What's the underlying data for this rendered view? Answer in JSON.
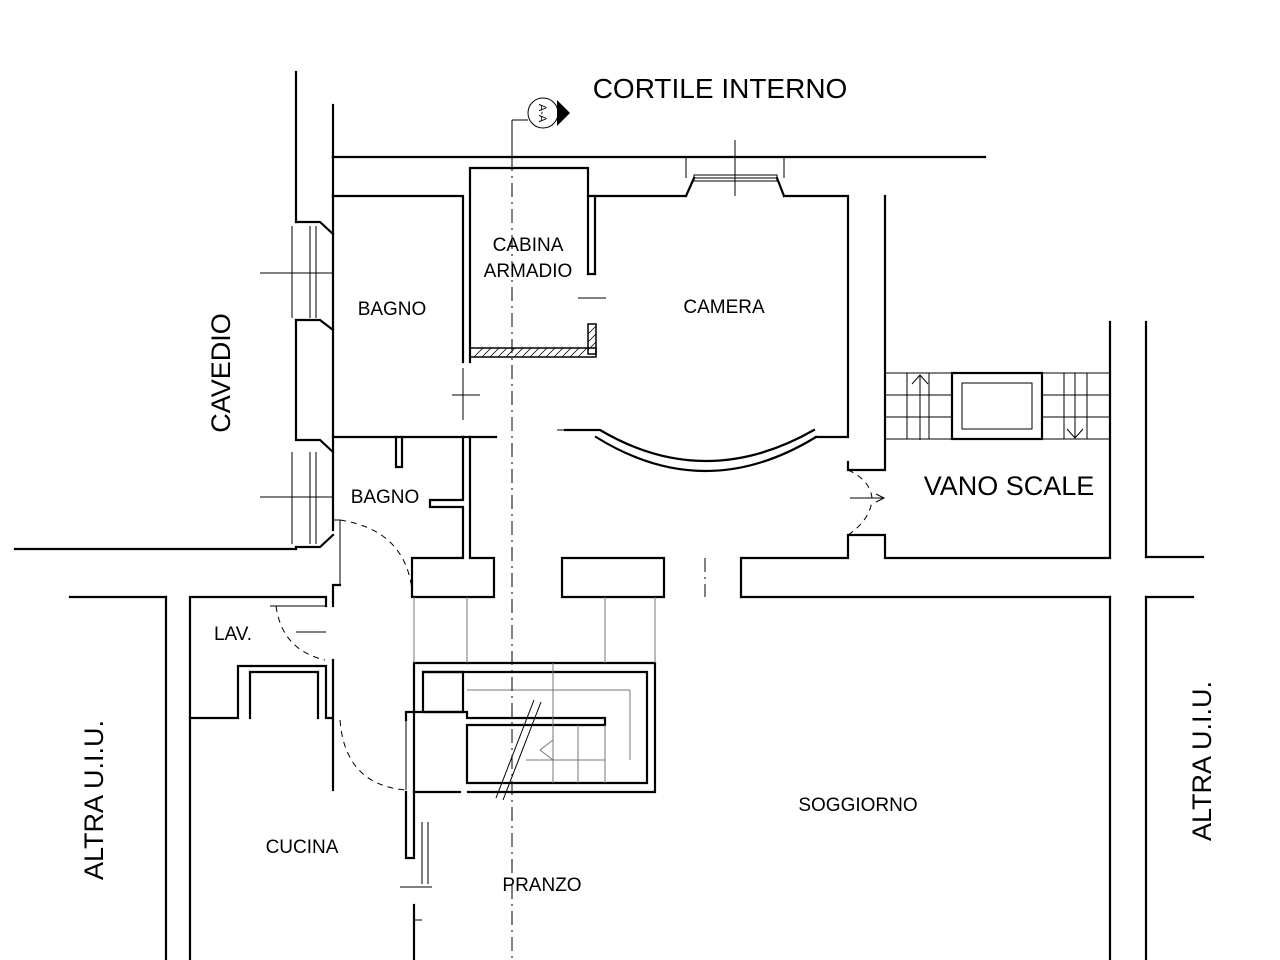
{
  "plan": {
    "labels": {
      "cortile": "CORTILE INTERNO",
      "cabina_line1": "CABINA",
      "cabina_line2": "ARMADIO",
      "bagno_upper": "BAGNO",
      "camera": "CAMERA",
      "cavedio": "CAVEDIO",
      "bagno_lower": "BAGNO",
      "vano_scale": "VANO SCALE",
      "lav": "LAV.",
      "altra_left": "ALTRA U.I.U.",
      "altra_right": "ALTRA U.I.U.",
      "soggiorno": "SOGGIORNO",
      "cucina": "CUCINA",
      "pranzo": "PRANZO",
      "section_marker": "A-A"
    }
  }
}
